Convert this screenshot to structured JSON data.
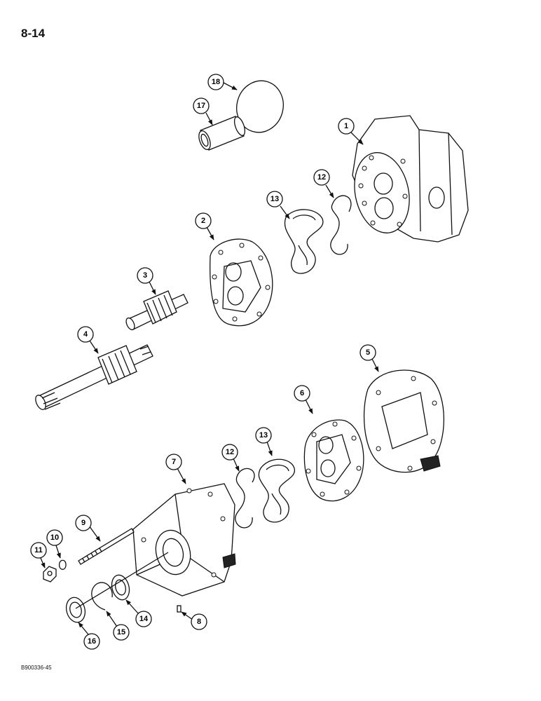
{
  "page": {
    "number": "8-14",
    "code": "B900336-45"
  },
  "callouts": {
    "c1": "1",
    "c2": "2",
    "c3": "3",
    "c4": "4",
    "c5": "5",
    "c6": "6",
    "c7": "7",
    "c8": "8",
    "c9": "9",
    "c10": "10",
    "c11": "11",
    "c12a": "12",
    "c12b": "12",
    "c13a": "13",
    "c13b": "13",
    "c14": "14",
    "c15": "15",
    "c16": "16",
    "c17": "17",
    "c18": "18"
  }
}
